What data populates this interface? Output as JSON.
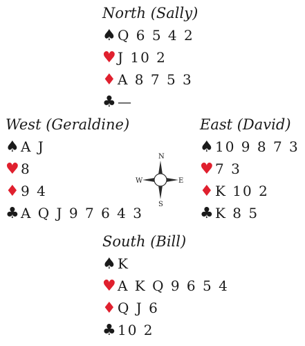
{
  "north": {
    "name": "North (Sally)",
    "spades": "Q 6 5 4 2",
    "hearts": "J 10 2",
    "diamonds": "A 8 7 5 3",
    "clubs": "—"
  },
  "west": {
    "name": "West (Geraldine)",
    "spades": "A J",
    "hearts": "8",
    "diamonds": "9 4",
    "clubs": "A Q J 9 7 6 4 3"
  },
  "east": {
    "name": "East (David)",
    "spades": "10 9 8 7 3",
    "hearts": "7 3",
    "diamonds": "K 10 2",
    "clubs": "K 8 5"
  },
  "south": {
    "name": "South (Bill)",
    "spades": "K",
    "hearts": "A K Q 9 6 5 4",
    "diamonds": "Q J 6",
    "clubs": "10 2"
  },
  "suits": {
    "spades": "♠",
    "hearts": "♥",
    "diamonds": "♦",
    "clubs": "♣"
  },
  "compass": {
    "n": "N",
    "e": "E",
    "s": "S",
    "w": "W"
  },
  "colors": {
    "red_suit": "#e0202e",
    "black_suit": "#1a1a1a"
  }
}
